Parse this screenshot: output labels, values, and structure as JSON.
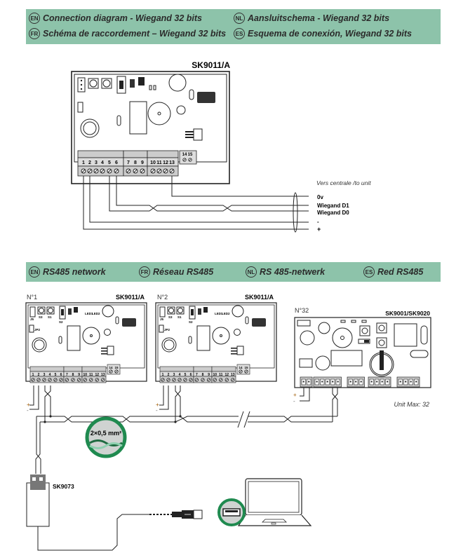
{
  "header": {
    "titles": [
      {
        "lang": "EN",
        "text": "Connection diagram - Wiegand 32 bits"
      },
      {
        "lang": "NL",
        "text": "Aansluitschema - Wiegand 32 bits"
      },
      {
        "lang": "FR",
        "text": "Schéma de raccordement – Wiegand 32 bits"
      },
      {
        "lang": "ES",
        "text": "Esquema de conexión, Wiegand 32 bits"
      }
    ]
  },
  "wiegand": {
    "device": "SK9011/A",
    "terminal_groups": [
      [
        "1",
        "2",
        "3",
        "4",
        "5",
        "6"
      ],
      [
        "7",
        "8",
        "9"
      ],
      [
        "10",
        "11",
        "12",
        "13"
      ],
      [
        "14",
        "15"
      ]
    ],
    "destination": "Vers centrale /to unit",
    "signals": [
      "0v",
      "Wiegand D1",
      "Wiegand D0",
      "-",
      "+"
    ]
  },
  "rs485_header": {
    "titles": [
      {
        "lang": "EN",
        "text": "RS485 network"
      },
      {
        "lang": "FR",
        "text": "Réseau RS485"
      },
      {
        "lang": "NL",
        "text": "RS 485-netwerk"
      },
      {
        "lang": "ES",
        "text": "Red RS485"
      }
    ]
  },
  "rs485": {
    "units": [
      {
        "number": "N°1",
        "model": "SK9011/A"
      },
      {
        "number": "N°2",
        "model": "SK9011/A"
      },
      {
        "number": "N°32",
        "model": "SK9001/SK9020"
      }
    ],
    "board_labels": {
      "j5": "J5",
      "s3": "S3",
      "s1": "S1",
      "s2": "S2",
      "jp2": "JP2",
      "led1": "LED1",
      "led2": "LED2"
    },
    "power_plus": "+",
    "power_minus": "-",
    "cable": "2×0,5 mm²",
    "unit_max": "Unit Max: 32",
    "converter": "SK9073"
  },
  "colors": {
    "band": "#8dc3aa",
    "accent_green": "#1f8a4f",
    "cable_grey": "#cfd3d1"
  }
}
